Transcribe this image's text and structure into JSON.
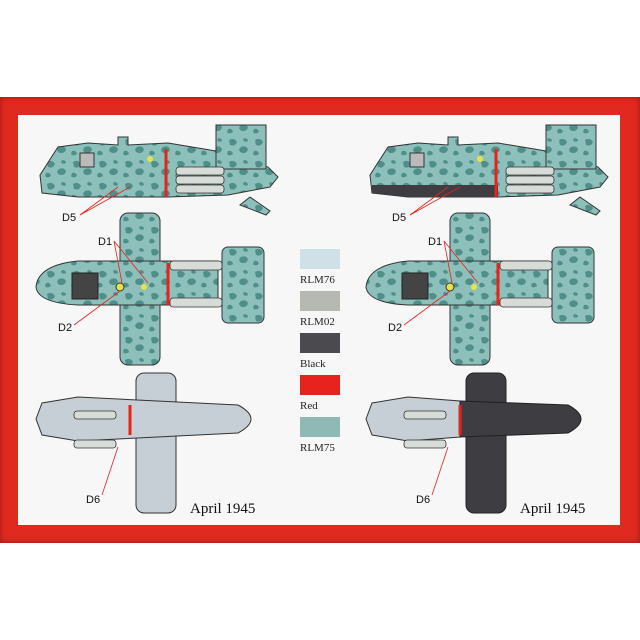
{
  "swatches": [
    {
      "name": "RLM76",
      "color": "#cfe0e6"
    },
    {
      "name": "RLM02",
      "color": "#b6b8b2"
    },
    {
      "name": "Black",
      "color": "#4a4a4f"
    },
    {
      "name": "Red",
      "color": "#e8221c"
    },
    {
      "name": "RLM75",
      "color": "#8fb9b5"
    }
  ],
  "left_profile": {
    "decal_side": "D5",
    "decal_top_1": "D1",
    "decal_top_2": "D2",
    "decal_under": "D6",
    "date": "April 1945"
  },
  "right_profile": {
    "decal_side": "D5",
    "decal_top_1": "D1",
    "decal_top_2": "D2",
    "decal_under": "D6",
    "date": "April 1945"
  },
  "colors": {
    "frame_red": "#e0291f",
    "camo_base": "#8ec0bb",
    "camo_spots": "#4f8f8a",
    "underside_light": "#c6cfd5",
    "underside_dark": "#3d3d42"
  }
}
